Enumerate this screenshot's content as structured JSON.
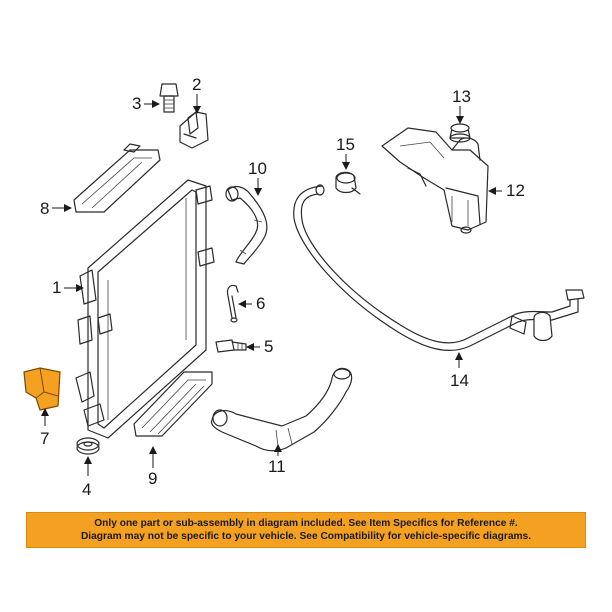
{
  "callouts": {
    "p1": "1",
    "p2": "2",
    "p3": "3",
    "p4": "4",
    "p5": "5",
    "p6": "6",
    "p7": "7",
    "p8": "8",
    "p9": "9",
    "p10": "10",
    "p11": "11",
    "p12": "12",
    "p13": "13",
    "p14": "14",
    "p15": "15"
  },
  "disclaimer": {
    "line1": "Only one part or sub-assembly in diagram included. See Item Specifics for Reference #.",
    "line2": "Diagram may not be specific to your vehicle. See Compatibility for vehicle-specific diagrams."
  },
  "colors": {
    "highlight_part": "#f4a020",
    "disclaimer_bg": "#f4a020",
    "line_art": "#2a2a2a"
  }
}
